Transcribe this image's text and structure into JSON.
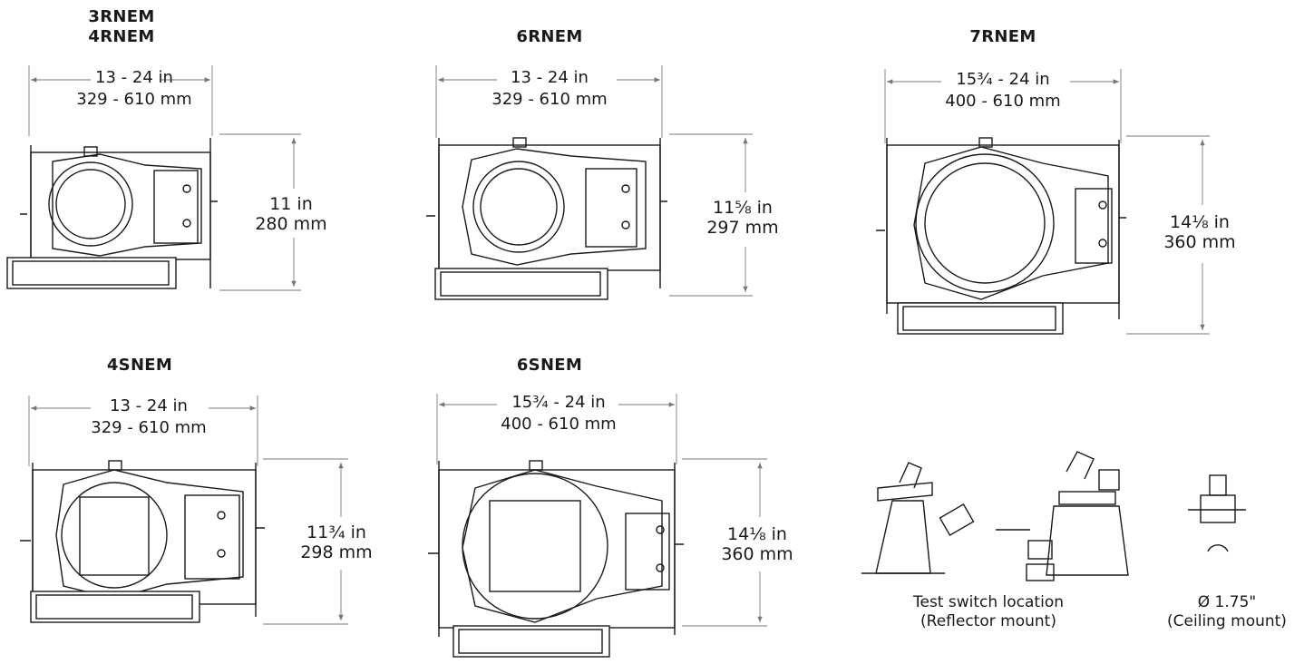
{
  "titles": {
    "t1a": "3RNEM",
    "t1b": "4RNEM",
    "t2": "6RNEM",
    "t3": "7RNEM",
    "t4": "4SNEM",
    "t5": "6SNEM"
  },
  "dims": {
    "w1_in": "13 - 24 in",
    "w1_mm": "329 - 610 mm",
    "h1_in": "11 in",
    "h1_mm": "280 mm",
    "w2_in": "13 - 24 in",
    "w2_mm": "329 - 610 mm",
    "h2_in": "11⅝ in",
    "h2_mm": "297 mm",
    "w3_in": "15¾ - 24 in",
    "w3_mm": "400 - 610 mm",
    "h3_in": "14⅛ in",
    "h3_mm": "360 mm",
    "w4_in": "13 - 24 in",
    "w4_mm": "329 - 610 mm",
    "h4_in": "11¾ in",
    "h4_mm": "298 mm",
    "w5_in": "15¾ - 24 in",
    "w5_mm": "400 - 610 mm",
    "h5_in": "14⅛ in",
    "h5_mm": "360 mm"
  },
  "captions": {
    "reflector_l1": "Test switch location",
    "reflector_l2": "(Reflector mount)",
    "ceiling_l1": "Ø 1.75\"",
    "ceiling_l2": "(Ceiling mount)"
  }
}
